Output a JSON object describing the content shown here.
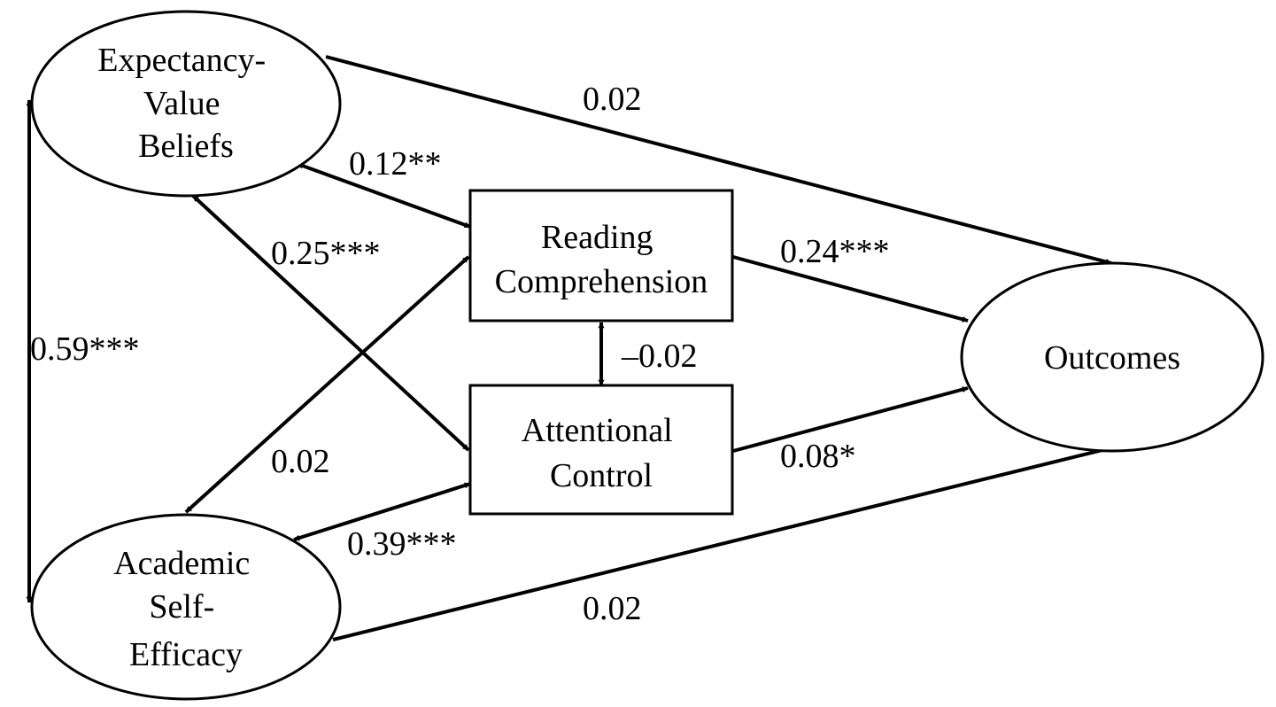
{
  "nodes": {
    "expectancy_value": {
      "lines": [
        "Expectancy-",
        "Value",
        "Beliefs"
      ]
    },
    "academic_self_efficacy": {
      "lines": [
        "Academic",
        "Self-",
        "Efficacy"
      ]
    },
    "reading_comprehension": {
      "lines": [
        "Reading",
        "Comprehension"
      ]
    },
    "attentional_control": {
      "lines": [
        "Attentional",
        "Control"
      ]
    },
    "outcomes": {
      "lines": [
        "Outcomes"
      ]
    }
  },
  "paths": {
    "ev_to_outcomes": "0.02",
    "ev_rc": "0.12**",
    "ev_ac": "0.25***",
    "ev_ase": "0.59***",
    "rc_to_outcomes": "0.24***",
    "rc_ac": "–0.02",
    "ase_rc": "0.02",
    "ac_to_outcomes": "0.08*",
    "ase_ac": "0.39***",
    "ase_to_outcomes": "0.02"
  },
  "colors": {
    "line": "#000000",
    "background": "#ffffff"
  }
}
